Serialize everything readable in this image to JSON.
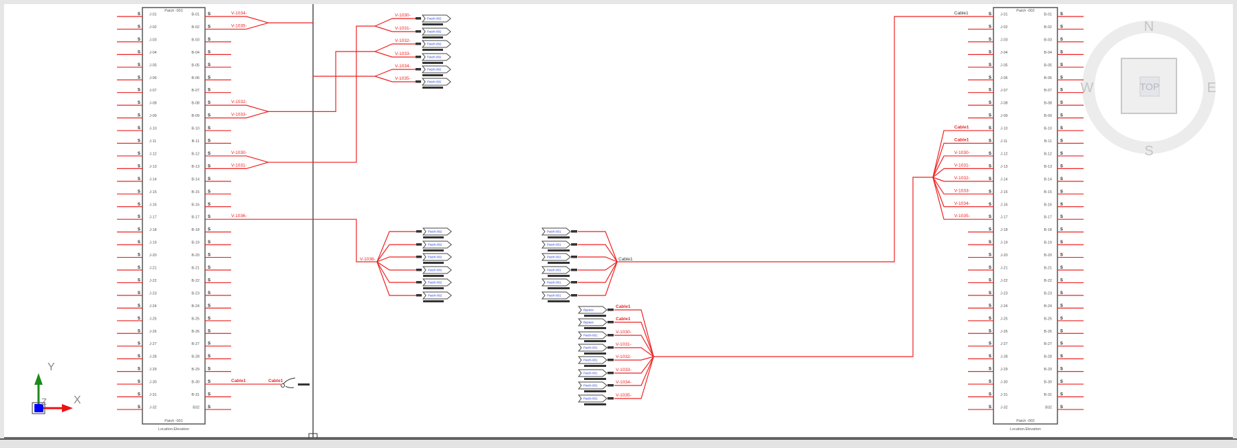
{
  "view": {
    "cube_face": "TOP",
    "compass": {
      "north": "N",
      "south": "S",
      "east": "E",
      "west": "W"
    }
  },
  "ucs": {
    "x_label": "X",
    "y_label": "Y",
    "z_label": "Z"
  },
  "colors": {
    "wire": "#ee2222",
    "panel": "#555555",
    "connector_text": "#2244dd",
    "compass": "#d8d8d8"
  },
  "panels": [
    {
      "id": "patch-001",
      "title": "Patch -001",
      "footer": "Patch -001",
      "location": "Location.Elevation",
      "left_pins": [
        "J-01",
        "J-02",
        "J-03",
        "J-04",
        "J-05",
        "J-06",
        "J-07",
        "J-08",
        "J-09",
        "J-10",
        "J-11",
        "J-12",
        "J-13",
        "J-14",
        "J-15",
        "J-16",
        "J-17",
        "J-18",
        "J-19",
        "J-20",
        "J-21",
        "J-22",
        "J-23",
        "J-24",
        "J-25",
        "J-26",
        "J-27",
        "J-28",
        "J-29",
        "J-30",
        "J-31",
        "J-32"
      ],
      "right_pins": [
        "B-01",
        "B-02",
        "B-03",
        "B-04",
        "B-05",
        "B-06",
        "B-07",
        "B-08",
        "B-09",
        "B-10",
        "B-11",
        "B-12",
        "B-13",
        "B-14",
        "B-15",
        "B-16",
        "B-17",
        "B-18",
        "B-19",
        "B-20",
        "B-21",
        "B-22",
        "B-23",
        "B-24",
        "B-25",
        "B-26",
        "B-27",
        "B-28",
        "B-29",
        "B-30",
        "B-31",
        "B32"
      ],
      "terminal_mark": "S"
    },
    {
      "id": "patch-002",
      "title": "Patch -002",
      "footer": "Patch -002",
      "location": "Location.Elevation",
      "left_pins": [
        "J-01",
        "J-02",
        "J-03",
        "J-04",
        "J-05",
        "J-06",
        "J-07",
        "J-08",
        "J-09",
        "J-10",
        "J-11",
        "J-12",
        "J-13",
        "J-14",
        "J-15",
        "J-16",
        "J-17",
        "J-18",
        "J-19",
        "J-20",
        "J-21",
        "J-22",
        "J-23",
        "J-24",
        "J-25",
        "J-26",
        "J-27",
        "J-28",
        "J-29",
        "J-30",
        "J-31",
        "J-32"
      ],
      "right_pins": [
        "B-01",
        "B-02",
        "B-03",
        "B-04",
        "B-05",
        "B-06",
        "B-07",
        "B-08",
        "B-09",
        "B-10",
        "B-11",
        "B-12",
        "B-13",
        "B-14",
        "B-15",
        "B-16",
        "B-17",
        "B-18",
        "B-19",
        "B-20",
        "B-21",
        "B-22",
        "B-23",
        "B-24",
        "B-25",
        "B-26",
        "B-27",
        "B-28",
        "B-29",
        "B-30",
        "B-31",
        "B32"
      ],
      "terminal_mark": "S"
    }
  ],
  "wires": {
    "p1_right_labels": [
      {
        "row": 1,
        "label": "V-1034-"
      },
      {
        "row": 2,
        "label": "V-1035-"
      },
      {
        "row": 8,
        "label": "V-1032-"
      },
      {
        "row": 9,
        "label": "V-1033-"
      },
      {
        "row": 12,
        "label": "V-1030-"
      },
      {
        "row": 13,
        "label": "V-1031-"
      },
      {
        "row": 17,
        "label": "V-1036-"
      },
      {
        "row": 30,
        "label": "Cable1",
        "end_label": "Cable1"
      }
    ],
    "top_group_labels": [
      "V-1030-",
      "V-1031-",
      "V-1032-",
      "V-1033-",
      "V-1034-",
      "V-1035-"
    ],
    "top_group_connector": "Patch-002",
    "mid_group_label": "V-1036-",
    "mid_group_connector": "Patch-002",
    "center_group_connector": "Patch-001",
    "center_group_label": "Cable1",
    "lower_group": [
      {
        "connector": "Bypass",
        "label": "Cable1"
      },
      {
        "connector": "Bypass",
        "label": "Cable1"
      },
      {
        "connector": "Patch-001",
        "label": "V-1030-"
      },
      {
        "connector": "Patch-001",
        "label": "V-1031-"
      },
      {
        "connector": "Patch-001",
        "label": "V-1032-"
      },
      {
        "connector": "Patch-001",
        "label": "V-1033-"
      },
      {
        "connector": "Patch-001",
        "label": "V-1034-"
      },
      {
        "connector": "Patch-001",
        "label": "V-1035-"
      }
    ],
    "p2_left_labels": [
      {
        "row": 1,
        "label": "Cable1"
      },
      {
        "row": 10,
        "label": "Cable1"
      },
      {
        "row": 11,
        "label": "Cable1"
      },
      {
        "row": 12,
        "label": "V-1030-"
      },
      {
        "row": 13,
        "label": "V-1031-"
      },
      {
        "row": 14,
        "label": "V-1032-"
      },
      {
        "row": 15,
        "label": "V-1033-"
      },
      {
        "row": 16,
        "label": "V-1034-"
      },
      {
        "row": 17,
        "label": "V-1035-"
      }
    ]
  }
}
